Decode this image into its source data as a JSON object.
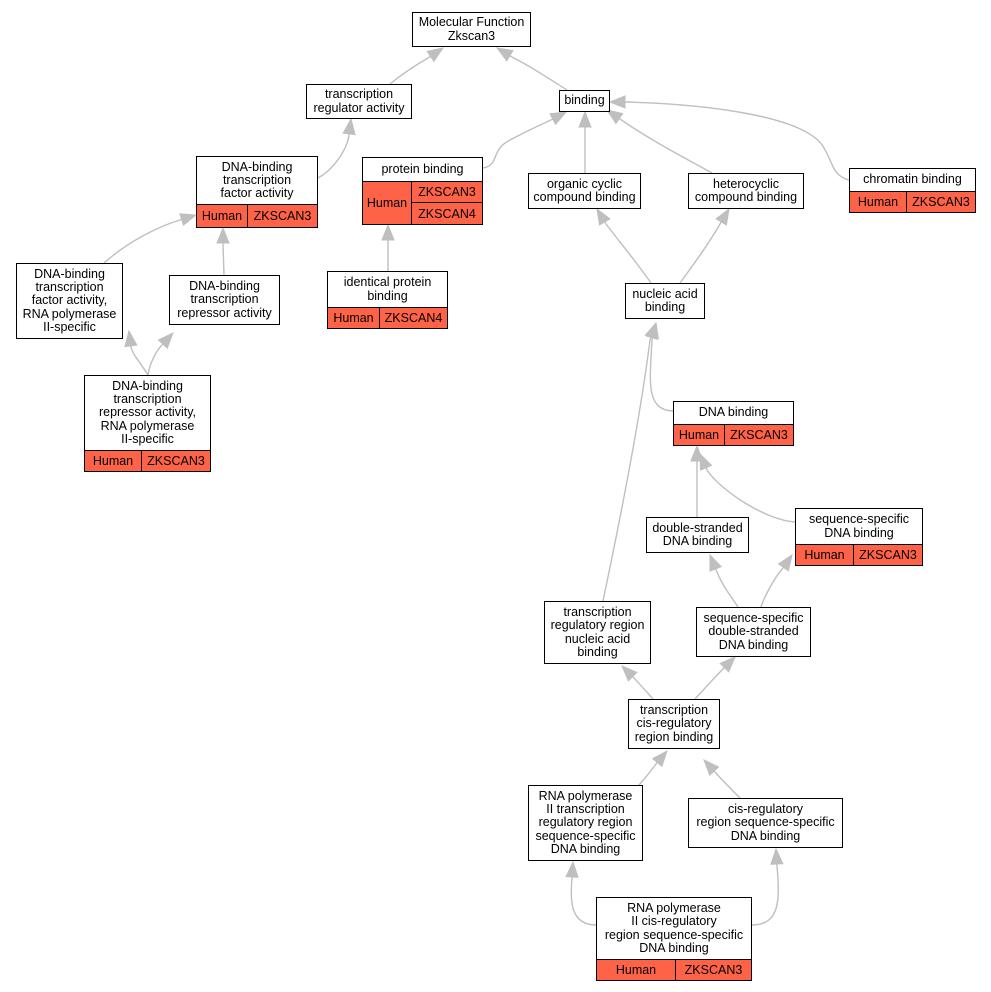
{
  "organism_color": "#ff6347",
  "edge_color": "#bfbfbf",
  "nodes": {
    "molecular_function": [
      "Molecular Function",
      "Zkscan3"
    ],
    "tr_reg": [
      "transcription",
      "regulator activity"
    ],
    "binding": [
      "binding"
    ],
    "dbtf": [
      "DNA-binding",
      "transcription",
      "factor activity"
    ],
    "protein_binding": [
      "protein binding"
    ],
    "organic_cyclic": [
      "organic cyclic",
      "compound binding"
    ],
    "heterocyclic": [
      "heterocyclic",
      "compound binding"
    ],
    "chromatin": [
      "chromatin binding"
    ],
    "dbtf_rnap": [
      "DNA-binding",
      "transcription",
      "factor activity,",
      "RNA polymerase",
      "II-specific"
    ],
    "dbtr": [
      "DNA-binding",
      "transcription",
      "repressor activity"
    ],
    "identical_protein": [
      "identical protein",
      "binding"
    ],
    "nucleic_acid": [
      "nucleic acid",
      "binding"
    ],
    "dbtr_rnap": [
      "DNA-binding",
      "transcription",
      "repressor activity,",
      "RNA polymerase",
      "II-specific"
    ],
    "dna_binding": [
      "DNA binding"
    ],
    "ds_dna": [
      "double-stranded",
      "DNA binding"
    ],
    "ss_dna": [
      "sequence-specific",
      "DNA binding"
    ],
    "tr_region_na": [
      "transcription",
      "regulatory region",
      "nucleic acid",
      "binding"
    ],
    "ss_ds_dna": [
      "sequence-specific",
      "double-stranded",
      "DNA binding"
    ],
    "tcis": [
      "transcription",
      "cis-regulatory",
      "region binding"
    ],
    "rnap_tr": [
      "RNA polymerase",
      "II transcription",
      "regulatory region",
      "sequence-specific",
      "DNA binding"
    ],
    "cis_ss": [
      "cis-regulatory",
      "region sequence-specific",
      "DNA binding"
    ],
    "rnap_cis": [
      "RNA polymerase",
      "II cis-regulatory",
      "region sequence-specific",
      "DNA binding"
    ]
  },
  "annotations": {
    "dbtf": {
      "organism": "Human",
      "genes": [
        "ZKSCAN3"
      ]
    },
    "protein_binding": {
      "organism": "Human",
      "genes": [
        "ZKSCAN3",
        "ZKSCAN4"
      ]
    },
    "chromatin": {
      "organism": "Human",
      "genes": [
        "ZKSCAN3"
      ]
    },
    "identical_protein": {
      "organism": "Human",
      "genes": [
        "ZKSCAN4"
      ]
    },
    "dbtr_rnap": {
      "organism": "Human",
      "genes": [
        "ZKSCAN3"
      ]
    },
    "dna_binding": {
      "organism": "Human",
      "genes": [
        "ZKSCAN3"
      ]
    },
    "ss_dna": {
      "organism": "Human",
      "genes": [
        "ZKSCAN3"
      ]
    },
    "rnap_cis": {
      "organism": "Human",
      "genes": [
        "ZKSCAN3"
      ]
    }
  }
}
